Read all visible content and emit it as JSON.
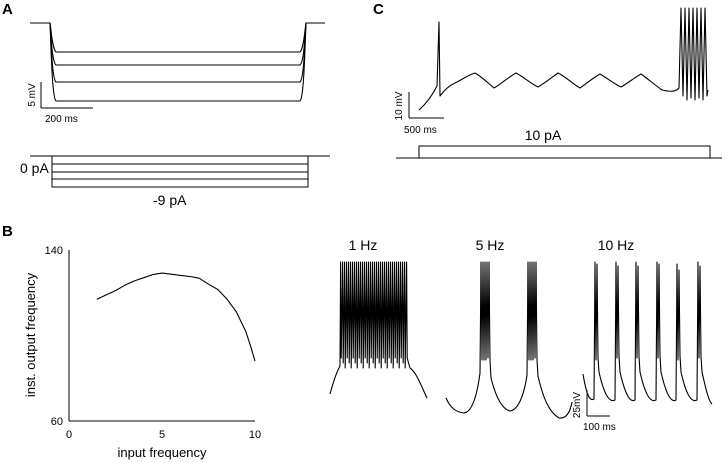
{
  "panels": {
    "a": {
      "label": "A",
      "voltage_scale": "5 mV",
      "time_scale": "200 ms",
      "current_start": "0 pA",
      "current_end": "-9 pA"
    },
    "b": {
      "label": "B",
      "trace_labels": [
        "1 Hz",
        "5 Hz",
        "10 Hz"
      ],
      "voltage_scale": "25mV",
      "time_scale": "100 ms"
    },
    "c": {
      "label": "C",
      "voltage_scale": "10 mV",
      "time_scale": "500 ms",
      "current_label": "10 pA"
    }
  },
  "chart_data": {
    "type": "line",
    "title": "",
    "xlabel": "input frequency",
    "ylabel": "inst. output frequency",
    "xlim": [
      0,
      10
    ],
    "ylim": [
      60,
      140
    ],
    "xticks": [
      "0",
      "5",
      "10"
    ],
    "yticks": [
      "60",
      "140"
    ],
    "grid": false,
    "series": [
      {
        "x": [
          1.5,
          2.0,
          2.5,
          3.0,
          3.5,
          4.0,
          4.5,
          5.0,
          5.5,
          6.0,
          6.5,
          7.0,
          7.5,
          8.0,
          8.5,
          9.0,
          9.5,
          9.8,
          10.0
        ],
        "values": [
          117,
          119,
          121,
          123.5,
          125.5,
          127,
          128.5,
          129.2,
          128.7,
          128.1,
          127.6,
          126.8,
          124,
          121.5,
          117,
          111,
          102,
          94,
          88
        ]
      }
    ]
  }
}
